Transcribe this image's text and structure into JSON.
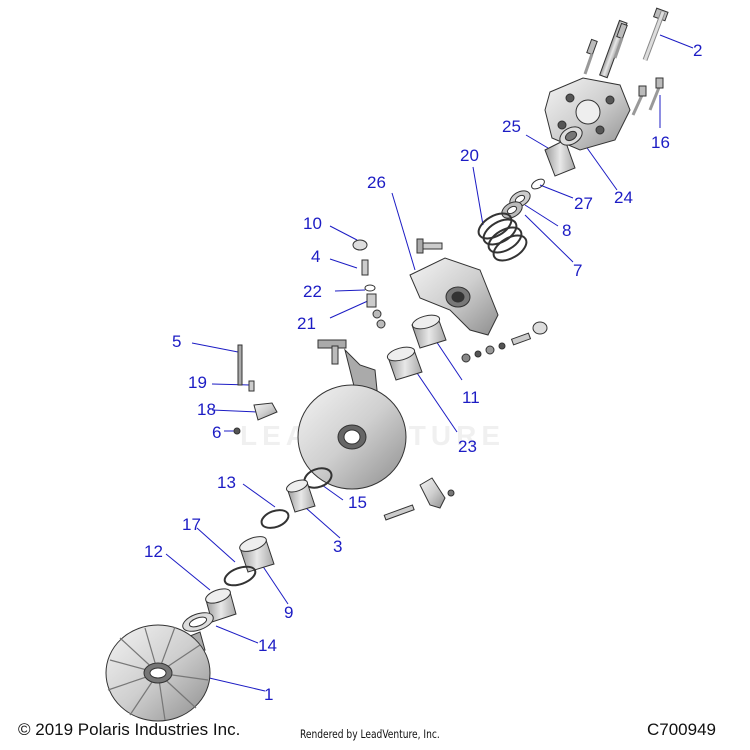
{
  "diagram": {
    "callouts": [
      {
        "id": "2",
        "label": "2"
      },
      {
        "id": "16",
        "label": "16"
      },
      {
        "id": "25",
        "label": "25"
      },
      {
        "id": "24",
        "label": "24"
      },
      {
        "id": "27",
        "label": "27"
      },
      {
        "id": "20",
        "label": "20"
      },
      {
        "id": "8",
        "label": "8"
      },
      {
        "id": "7",
        "label": "7"
      },
      {
        "id": "26",
        "label": "26"
      },
      {
        "id": "10",
        "label": "10"
      },
      {
        "id": "4",
        "label": "4"
      },
      {
        "id": "22",
        "label": "22"
      },
      {
        "id": "21",
        "label": "21"
      },
      {
        "id": "5",
        "label": "5"
      },
      {
        "id": "11",
        "label": "11"
      },
      {
        "id": "19",
        "label": "19"
      },
      {
        "id": "18",
        "label": "18"
      },
      {
        "id": "6",
        "label": "6"
      },
      {
        "id": "23",
        "label": "23"
      },
      {
        "id": "13",
        "label": "13"
      },
      {
        "id": "15",
        "label": "15"
      },
      {
        "id": "3",
        "label": "3"
      },
      {
        "id": "17",
        "label": "17"
      },
      {
        "id": "12",
        "label": "12"
      },
      {
        "id": "9",
        "label": "9"
      },
      {
        "id": "14",
        "label": "14"
      },
      {
        "id": "1",
        "label": "1"
      }
    ],
    "callout_color": "#1c1cc4",
    "watermark": "LEADVENTURE"
  },
  "footer": {
    "copyright": "© 2019 Polaris Industries Inc.",
    "rendered_by": "Rendered by LeadVenture, Inc.",
    "figure_id": "C700949"
  }
}
